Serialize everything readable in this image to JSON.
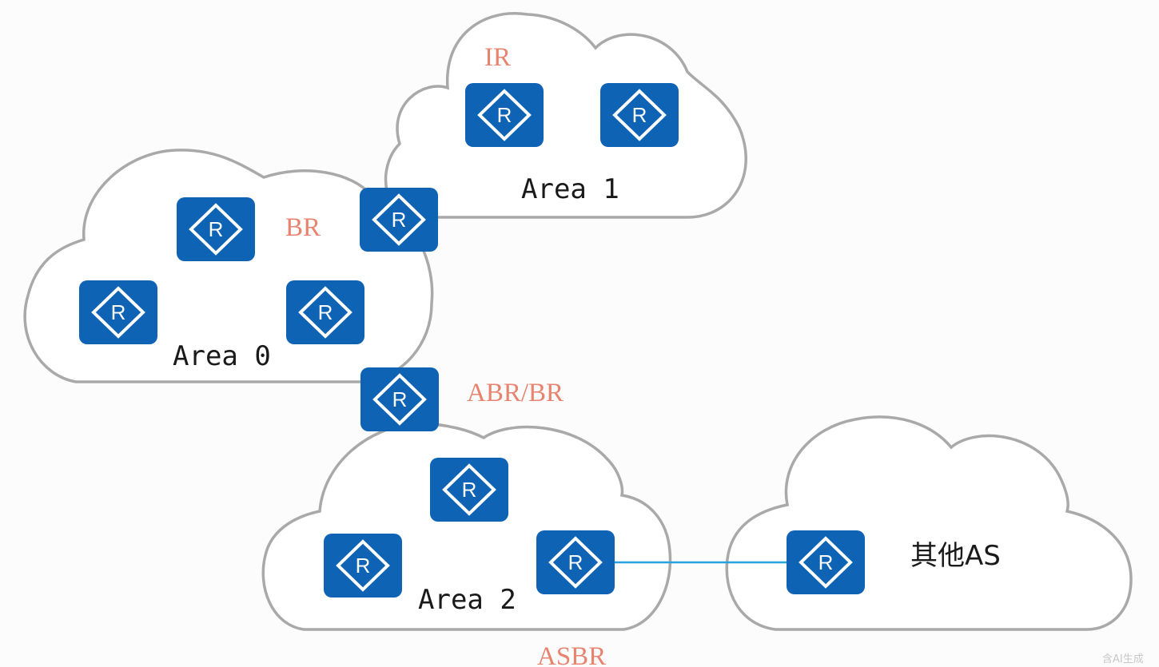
{
  "areas": {
    "area0": "Area 0",
    "area1": "Area 1",
    "area2": "Area 2",
    "other_as": "其他AS"
  },
  "roles": {
    "ir": "IR",
    "br": "BR",
    "abr_br": "ABR/BR",
    "asbr": "ASBR"
  },
  "router_icon_letter": "R",
  "icon_name": "router-icon",
  "watermark": "含AI生成",
  "colors": {
    "router_blue": "#0f63b4",
    "role_label": "#e8836f",
    "cloud_outline": "#a9a9a9",
    "link_line": "#29a3dd"
  }
}
